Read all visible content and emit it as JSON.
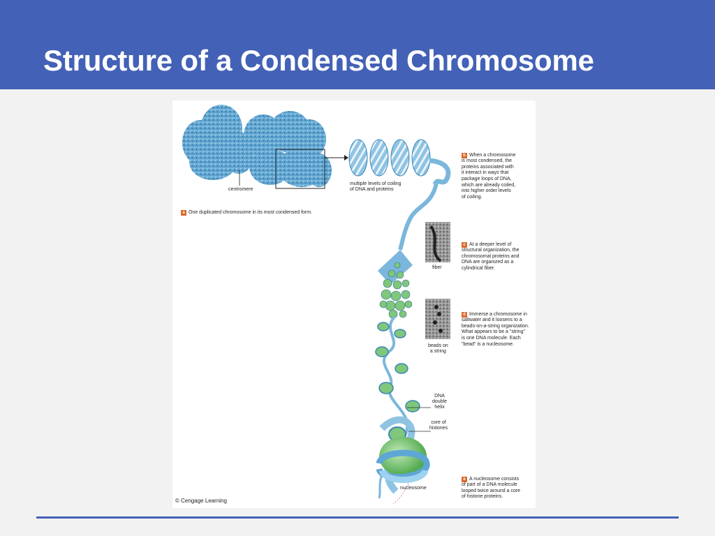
{
  "slide": {
    "title": "Structure of a Condensed Chromosome",
    "colors": {
      "header": "#4361b6",
      "badge": "#d9692a",
      "dna": "#7bb7dc",
      "histone": "#7fc77a"
    }
  },
  "figure": {
    "labels": {
      "centromere": "centromere",
      "coiling": "multiple levels of coiling\nof DNA and proteins",
      "fiber": "fiber",
      "beads": "beads on\na string",
      "dna_helix": "DNA\ndouble\nhelix",
      "core_histones": "core of\nhistones",
      "nucleosome": "nucleosome"
    },
    "captions": {
      "a": {
        "badge": "a",
        "text": "One duplicated chromosome in its most condensed form."
      },
      "b": {
        "badge": "b",
        "text": "When a chromosome\nis most condensed, the\nproteins associated with\nit interact in ways that\npackage loops of DNA,\nwhich are already coiled,\ninto higher order levels\nof coiling."
      },
      "c": {
        "badge": "c",
        "text": "At a deeper level of\nstructural organization, the\nchromosomal proteins and\nDNA are organized as a\ncylindrical fiber."
      },
      "d": {
        "badge": "d",
        "text": "Immerse a chromosome in\nsaltwater and it loosens to a\nbeads-on-a-string organization.\nWhat appears to be a \"string\"\nis one DNA molecule. Each\n\"bead\" is a nucleosome."
      },
      "e": {
        "badge": "e",
        "text": "A nucleosome consists\nof part of a DNA molecule\nlooped twice around a core\nof histone proteins."
      }
    },
    "credit": "© Cengage Learning"
  }
}
